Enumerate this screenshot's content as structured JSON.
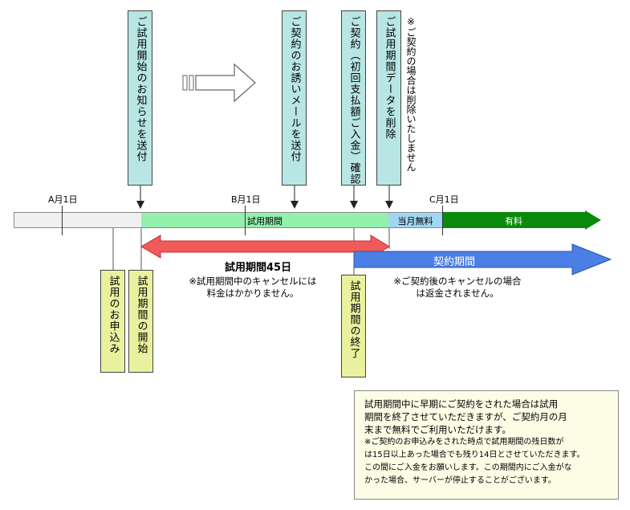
{
  "top_boxes": [
    "ご試用開始のお知らせを送付",
    "ご契約のお誘いメールを送付",
    "ご契約（初回支払額ご入金）確認",
    "ご試用期間データを削除"
  ],
  "side_note": "※ご契約の場合は削除いたしません",
  "timeline": {
    "date_labels": [
      "A月1日",
      "B月1日",
      "C月1日"
    ],
    "segments": {
      "trial": "試用期間",
      "this_month_free": "当月無料",
      "paid": "有料"
    }
  },
  "trial_arrow": {
    "title": "試用期間45日",
    "note_line1": "※試用期間中のキャンセルには",
    "note_line2": "料金はかかりません。"
  },
  "contract_arrow": {
    "label": "契約期間",
    "note_line1": "※ご契約後のキャンセルの場合",
    "note_line2": "は返金されません。"
  },
  "bottom_boxes": [
    "試用のお申込み",
    "試用期間の開始",
    "試用期間の終了"
  ],
  "info_box": {
    "line1": "試用期間中に早期にご契約をされた場合は試用",
    "line2": "期間を終了させていただきますが、ご契約月の月",
    "line3": "末まで無料でご利用いただけます。",
    "line4": "※ご契約のお申込みをされた時点で試用期間の残日数が",
    "line5": "は15日以上あった場合でも残り14日とさせていただきます。",
    "line6": "この間にご入金をお願いします。この期間内にご入金がな",
    "line7": "かった場合、サーバーが停止することがございます。"
  },
  "colors": {
    "trial_bar": "#93f0ad",
    "free_bar": "#9fd7f2",
    "paid_bar": "#0a8a0a",
    "trial_arrow": "#f05a5a",
    "contract_arrow": "#4b7fe6",
    "teal_box": "#b7e6e4",
    "yellow_box": "#eaf19e"
  }
}
